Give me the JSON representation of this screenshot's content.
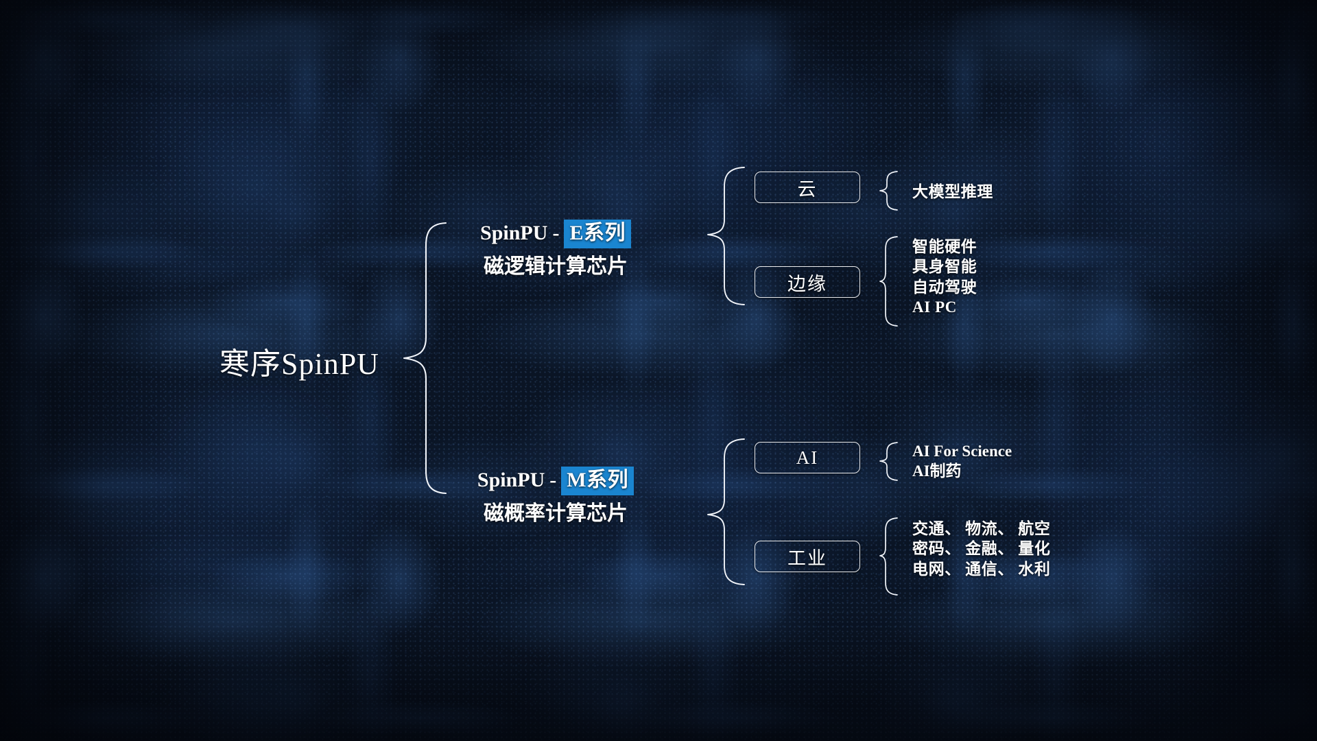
{
  "root": {
    "label": "寒序SpinPU"
  },
  "branches": [
    {
      "id": "e-series",
      "name_prefix": "SpinPU",
      "separator": "-",
      "tag": "E系列",
      "tag_bg": "#1a85d0",
      "subtitle": "磁逻辑计算芯片",
      "categories": [
        {
          "id": "cloud",
          "label": "云",
          "items": [
            "大模型推理"
          ]
        },
        {
          "id": "edge",
          "label": "边缘",
          "items": [
            "智能硬件",
            "具身智能",
            "自动驾驶",
            "AI PC"
          ]
        }
      ]
    },
    {
      "id": "m-series",
      "name_prefix": "SpinPU",
      "separator": "-",
      "tag": "M系列",
      "tag_bg": "#1a85d0",
      "subtitle": "磁概率计算芯片",
      "categories": [
        {
          "id": "ai",
          "label": "AI",
          "items": [
            "AI For Science",
            "AI制药"
          ]
        },
        {
          "id": "industry",
          "label": "工业",
          "items": [
            "交通、 物流、 航空",
            "密码、 金融、 量化",
            "电网、 通信、 水利"
          ]
        }
      ]
    }
  ],
  "theme": {
    "line_color": "#f2f5fa",
    "text_color": "#ffffff",
    "background_base": "#060b15",
    "background_highlight": "#1b3355"
  }
}
